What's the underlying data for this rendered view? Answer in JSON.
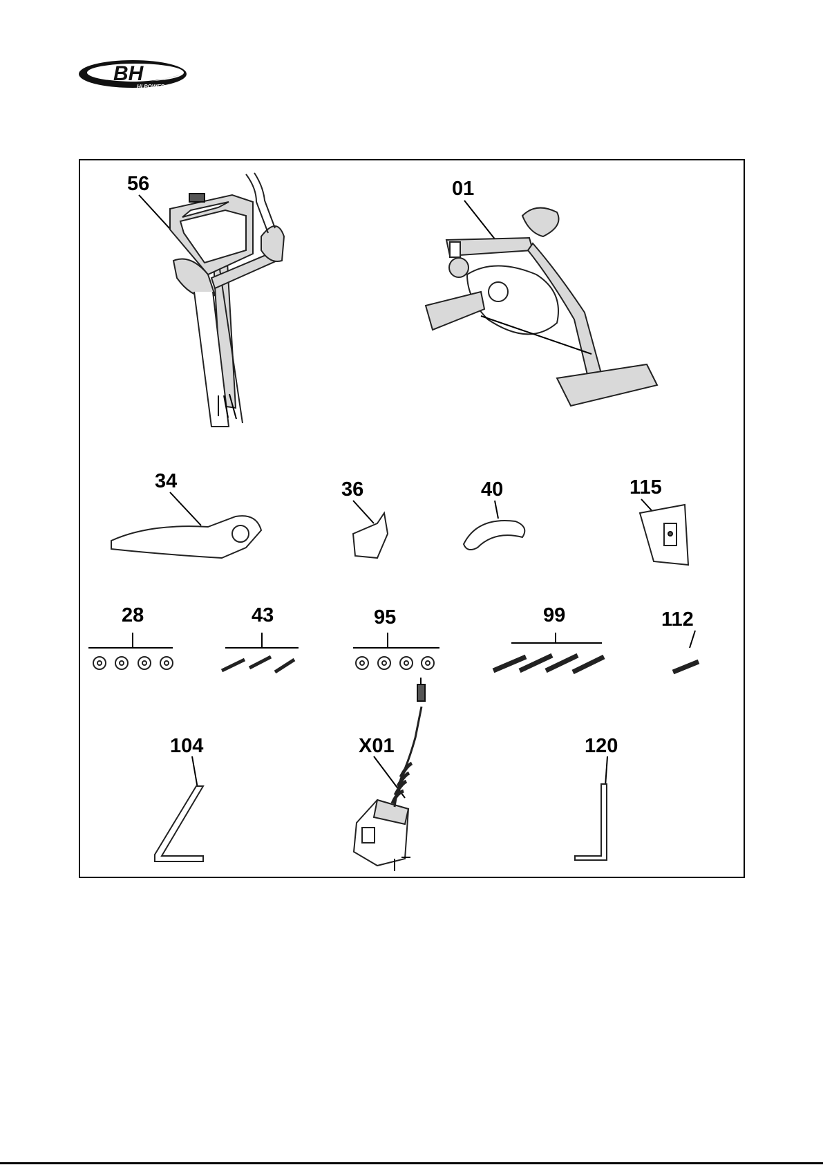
{
  "brand": {
    "name": "BH",
    "tagline": "HI POWER"
  },
  "parts": [
    {
      "id": "56"
    },
    {
      "id": "01"
    },
    {
      "id": "34"
    },
    {
      "id": "36"
    },
    {
      "id": "40"
    },
    {
      "id": "115"
    },
    {
      "id": "28"
    },
    {
      "id": "43"
    },
    {
      "id": "95"
    },
    {
      "id": "99"
    },
    {
      "id": "112"
    },
    {
      "id": "104"
    },
    {
      "id": "X01"
    },
    {
      "id": "120"
    }
  ]
}
